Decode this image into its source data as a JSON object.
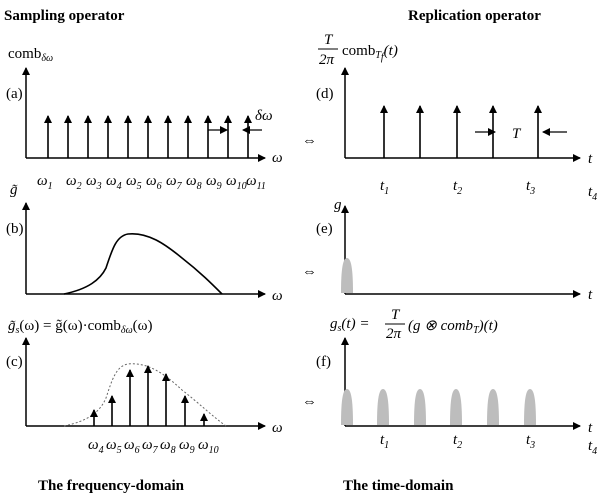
{
  "headings": {
    "left_top": "Sampling operator",
    "right_top": "Replication operator",
    "left_bottom": "The frequency-domain",
    "right_bottom": "The time-domain"
  },
  "panels": {
    "a": {
      "tag": "(a)",
      "func": "comb",
      "func_sub": "δω",
      "axis": "ω",
      "spacing": "δω",
      "omega_base": "ω",
      "omega_subs": [
        "1",
        "2",
        "3",
        "4",
        "5",
        "6",
        "7",
        "8",
        "9",
        "10",
        "11"
      ]
    },
    "b": {
      "tag": "(b)",
      "func": "g̃",
      "axis": "ω"
    },
    "c": {
      "tag": "(c)",
      "axis": "ω",
      "formula": {
        "lhs": "g̃",
        "lhs_sub": "s",
        "eq": "(ω) = g̃(ω)·comb",
        "eq_sub": "δω",
        "end": "(ω)"
      },
      "omega_subs": [
        "4",
        "5",
        "6",
        "7",
        "8",
        "9",
        "10"
      ]
    },
    "d": {
      "tag": "(d)",
      "frac_num": "T",
      "frac_den": "2π",
      "func": "comb",
      "func_sub": "T",
      "func_subsub": "f",
      "arg": "(t)",
      "axis": "t",
      "period": "T",
      "t_base": "t",
      "t_subs": [
        "1",
        "2",
        "3",
        "4"
      ]
    },
    "e": {
      "tag": "(e)",
      "func": "g",
      "axis": "t"
    },
    "f": {
      "tag": "(f)",
      "lhs": "g",
      "lhs_sub": "s",
      "lhs_arg": "(t) =",
      "frac_num": "T",
      "frac_den": "2π",
      "rhs": "(g ⊗ comb",
      "rhs_sub": "T",
      "rhs_end": ")(t)",
      "axis": "t",
      "t_base": "t",
      "t_subs": [
        "1",
        "2",
        "3",
        "4"
      ]
    }
  },
  "connector": "⇔",
  "colors": {
    "ink": "#000000",
    "pulse": "#bdbdbd",
    "dotted": "#666666"
  }
}
